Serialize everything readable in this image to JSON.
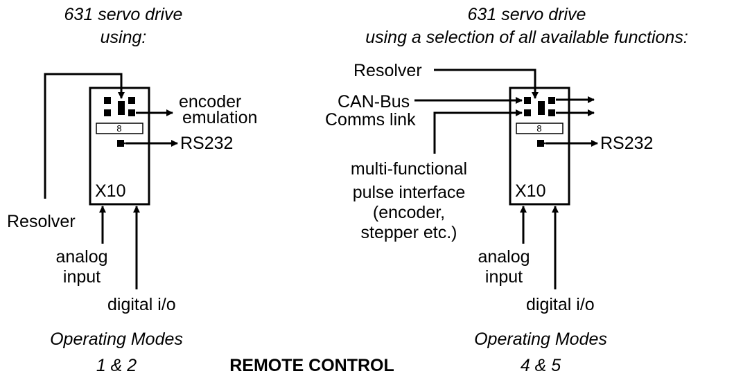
{
  "left": {
    "title_line1": "631 servo drive",
    "title_line2": "using:",
    "encoder_line1": "encoder",
    "encoder_line2": "emulation",
    "rs232": "RS232",
    "x10": "X10",
    "display": "8",
    "resolver": "Resolver",
    "analog_line1": "analog",
    "analog_line2": "input",
    "digital": "digital i/o",
    "modes_label": "Operating Modes",
    "modes_value": "1 & 2"
  },
  "right": {
    "title_line1": "631 servo drive",
    "title_line2": "using a selection of all available functions:",
    "resolver": "Resolver",
    "canbus_line1": "CAN-Bus",
    "canbus_line2": "Comms link",
    "multi_line1": "multi-functional",
    "multi_line2": "pulse interface",
    "multi_line3": "(encoder,",
    "multi_line4": "stepper etc.)",
    "rs232": "RS232",
    "x10": "X10",
    "display": "8",
    "analog_line1": "analog",
    "analog_line2": "input",
    "digital": "digital i/o",
    "modes_label": "Operating Modes",
    "modes_value": "4 & 5"
  },
  "center_title": "REMOTE CONTROL"
}
